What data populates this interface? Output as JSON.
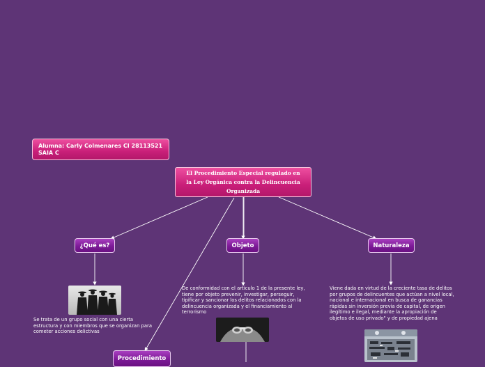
{
  "author": "Alumna: Carly Colmenares CI 28113521 SAIA C",
  "root": "El Procedimiento Especial regulado en la Ley Orgánica contra la Delincuencia Organizada",
  "branches": {
    "que_es": {
      "label": "¿Qué es?",
      "text": "Se trata de un grupo social con una cierta estructura y con miembros que se organizan para cometer acciones delictivas"
    },
    "objeto": {
      "label": "Objeto",
      "text": "De conformidad con el artículo 1 de la presente ley, tiene por objeto prevenir, investigar, perseguir, tipificar y sancionar los delitos relacionados con la delincuencia organizada y el financiamiento al terrorismo"
    },
    "naturaleza": {
      "label": "Naturaleza",
      "text": "Viene dada en virtud de la creciente tasa de delitos por grupos de delincuentes que actúan a nivel local, nacional e internacional en busca de ganancias rápidas sin inversión previa de capital, de origen ilegítimo e ilegal, mediante la apropiación de objetos de uso privado\" y de propiedad ajena"
    },
    "procedimiento": {
      "label": "Procedimiento"
    }
  },
  "colors": {
    "background": "#5e3476",
    "node": "#7d1a97",
    "central": "#c91f79",
    "connector": "#ffffff"
  },
  "images": [
    "gangsters-silhouette-image",
    "handcuffed-hands-image",
    "seized-items-image"
  ]
}
